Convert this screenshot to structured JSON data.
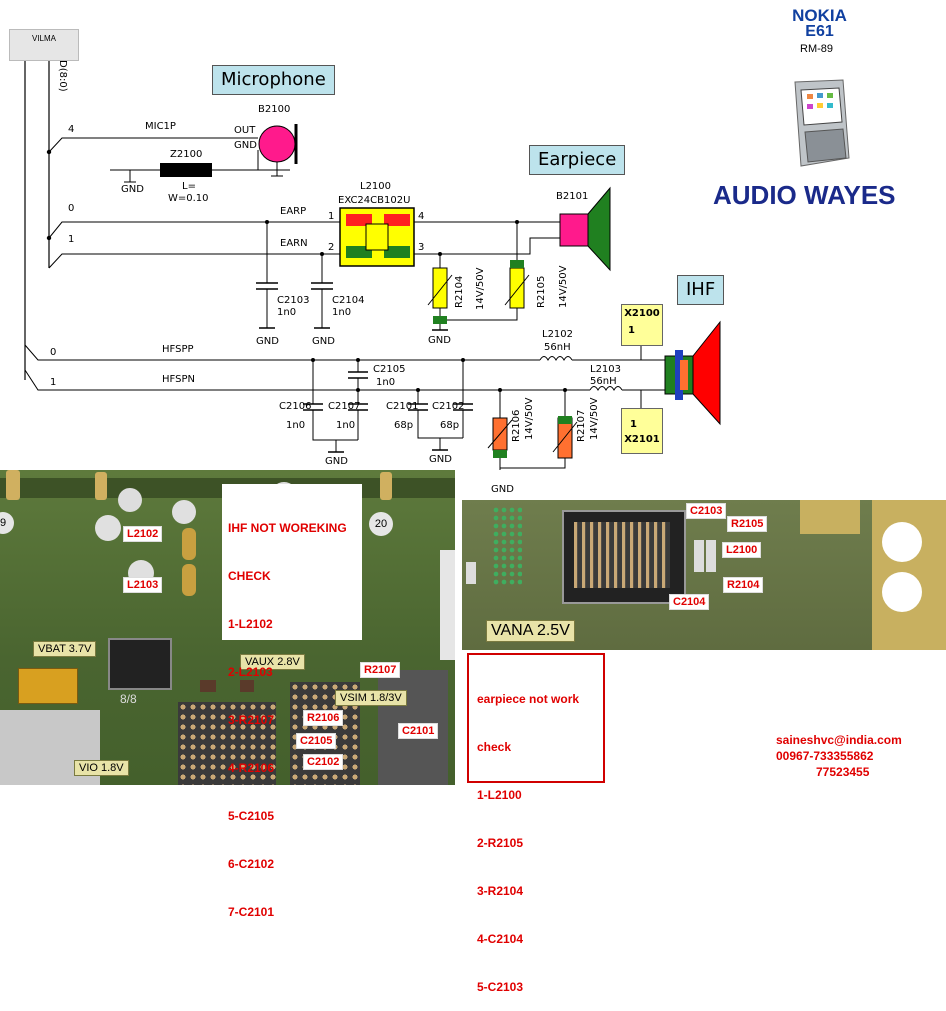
{
  "vilma": "VILMA",
  "bus_label": "D(8:0)",
  "brand": {
    "logo_line1": "NOKIA",
    "logo_line2": "E61",
    "model": "RM-89"
  },
  "title": "AUDIO WAYES",
  "sections": {
    "microphone": "Microphone",
    "earpiece": "Earpiece",
    "ihf": "IHF"
  },
  "components": {
    "B2100": "B2100",
    "B2101": "B2101",
    "Z2100": "Z2100",
    "Z2100_val1": "L=",
    "Z2100_val2": "W=0.10",
    "L2100": "L2100",
    "L2100_part": "EXC24CB102U",
    "R2104": "R2104",
    "R2104_val": "14V/50V",
    "R2105": "R2105",
    "R2105_val": "14V/50V",
    "R2106": "R2106",
    "R2106_val": "14V/50V",
    "R2107": "R2107",
    "R2107_val": "14V/50V",
    "C2103": "C2103",
    "C2103_val": "1n0",
    "C2104": "C2104",
    "C2104_val": "1n0",
    "C2105": "C2105",
    "C2105_val": "1n0",
    "C2106": "C2106",
    "C2106_val": "1n0",
    "C2107": "C2107",
    "C2107_val": "1n0",
    "C2101": "C2101",
    "C2101_val": "68p",
    "C2102": "C2102",
    "C2102_val": "68p",
    "L2102": "L2102",
    "L2102_val": "56nH",
    "L2103": "L2103",
    "L2103_val": "56nH",
    "X2100": "X2100",
    "X2101": "X2101"
  },
  "nets": {
    "mic1p": "MIC1P",
    "out": "OUT",
    "gnd": "GND",
    "earp": "EARP",
    "earn": "EARN",
    "hfspp": "HFSPP",
    "hfspn": "HFSPN"
  },
  "pins": {
    "p4": "4",
    "p0": "0",
    "p1": "1",
    "p2": "2",
    "p3": "3"
  },
  "ihf_note": {
    "title1": "IHF NOT WOREKING",
    "title2": "CHECK",
    "items": [
      "1-L2102",
      "2-L2103",
      "3-R2107",
      "4-R2106",
      "5-C2105",
      "6-C2102",
      "7-C2101"
    ]
  },
  "earpiece_note": {
    "title1": "earpiece not work",
    "title2": "check",
    "items": [
      "1-L2100",
      "2-R2105",
      "3-R2104",
      "4-C2104",
      "5-C2103"
    ]
  },
  "board_left": {
    "labels": [
      "L2102",
      "L2103",
      "R2107",
      "R2106",
      "C2105",
      "C2101",
      "C2102"
    ],
    "voltages": {
      "vbat": "VBAT 3.7V",
      "vaux": "VAUX 2.8V",
      "vsim": "VSIM 1.8/3V",
      "vio": "VIO 1.8V"
    },
    "marks": {
      "m9": "9",
      "m20": "20",
      "m88": "8/8"
    }
  },
  "board_right": {
    "labels": [
      "C2103",
      "R2105",
      "L2100",
      "R2104",
      "C2104"
    ],
    "vana": "VANA 2.5V"
  },
  "contact": {
    "email": "saineshvc@india.com",
    "phone1": "00967-733355862",
    "phone2": "77523455"
  },
  "colors": {
    "title": "#1a2a8a",
    "note_red": "#e00000",
    "box_bg": "#bde3ec",
    "pcb_green": "#5a7a3a"
  }
}
